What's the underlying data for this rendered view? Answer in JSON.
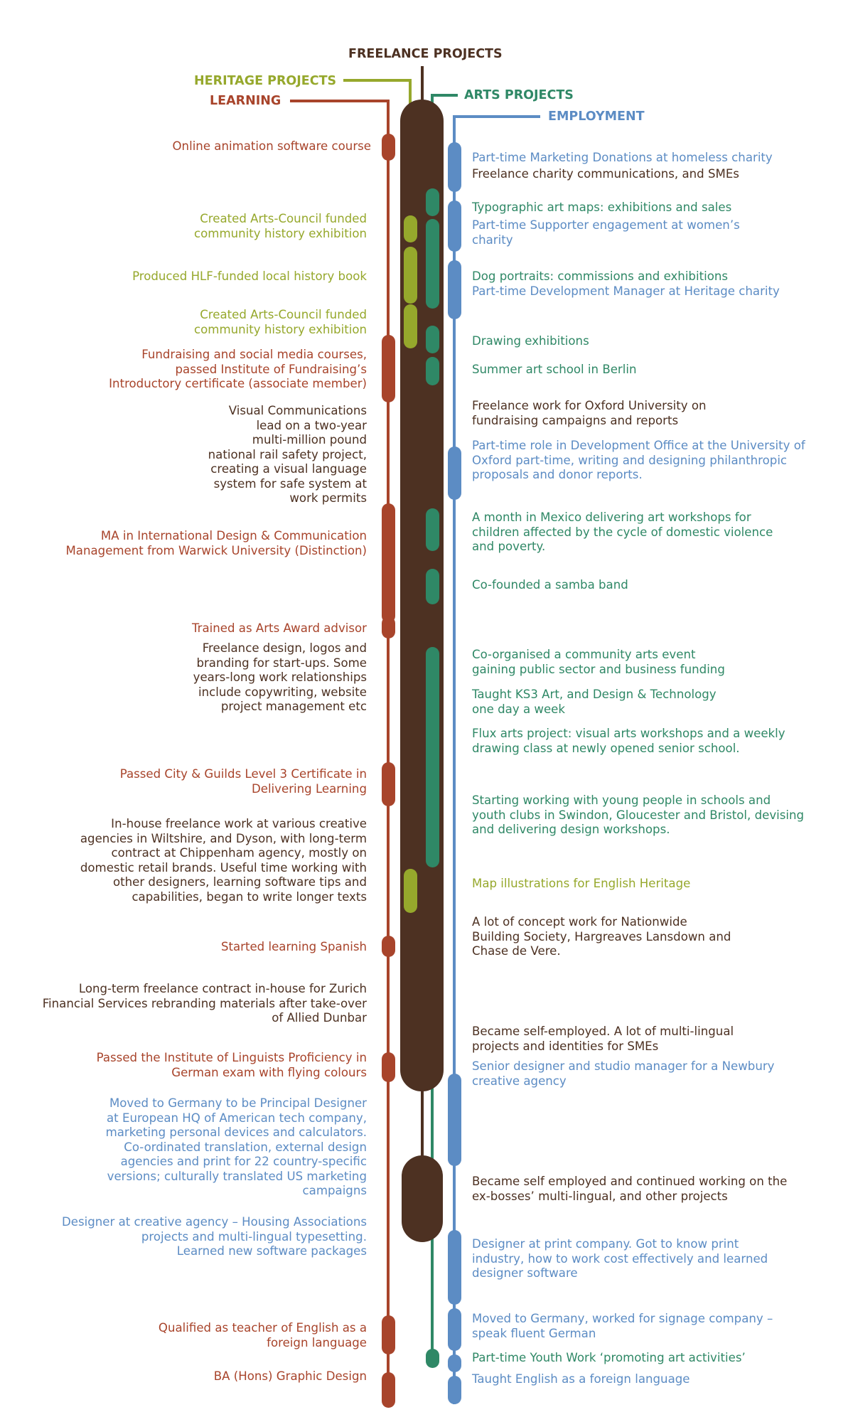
{
  "colors": {
    "learning": "#a8442b",
    "heritage": "#96a82c",
    "freelance": "#4d3122",
    "arts": "#2f8866",
    "employment": "#5c8cc4"
  },
  "headers": {
    "freelance": "FREELANCE PROJECTS",
    "heritage": "HERITAGE PROJECTS",
    "learning": "LEARNING",
    "arts": "ARTS PROJECTS",
    "employment": "EMPLOYMENT"
  },
  "left": [
    "Online animation software course",
    "Created Arts-Council funded\ncommunity history exhibition",
    "Produced HLF-funded local history book",
    "Created Arts-Council funded\ncommunity history exhibition",
    "Fundraising and social media courses,\npassed Institute of Fundraising’s\nIntroductory certificate (associate member)",
    "Visual Communications\nlead on a two-year\nmulti-million pound\nnational rail safety project,\ncreating a visual language\nsystem for safe system at\nwork permits",
    "MA in International Design & Communication\nManagement from Warwick University (Distinction)",
    "Trained as Arts Award advisor",
    "Freelance design, logos and\nbranding for start-ups. Some\nyears-long work relationships\ninclude copywriting, website\nproject management etc",
    "Passed City & Guilds Level 3 Certificate in\nDelivering Learning",
    "In-house freelance work at various creative\nagencies in Wiltshire, and  Dyson, with long-term\ncontract at Chippenham agency, mostly on\ndomestic retail brands. Useful time working with\nother designers, learning software tips and\ncapabilities, began to write longer texts",
    "Started learning Spanish",
    "Long-term freelance contract in-house for Zurich\nFinancial Services rebranding materials after take-over\nof Allied Dunbar",
    "Passed the Institute of Linguists Proficiency in\nGerman exam with flying colours",
    "Moved to Germany to be Principal Designer\nat European HQ of American tech company,\nmarketing personal devices and calculators.\nCo-ordinated translation, external design\nagencies and print for 22 country-specific\nversions; culturally translated US marketing\ncampaigns",
    "Designer at creative agency – Housing Associations\nprojects and multi-lingual typesetting.\nLearned new software packages",
    "Qualified as teacher of English as a\nforeign language",
    "BA (Hons) Graphic Design"
  ],
  "right": [
    "Part-time Marketing Donations at homeless charity",
    "Freelance charity communications, and SMEs",
    "Typographic art maps: exhibitions and sales",
    "Part-time Supporter engagement at women’s\ncharity",
    "Dog portraits: commissions and exhibitions",
    "Part-time Development Manager at Heritage charity",
    "Drawing exhibitions",
    "Summer art school in Berlin",
    "Freelance work for Oxford University on\nfundraising campaigns and reports",
    "Part-time role in Development Office at the University of\nOxford part-time, writing and designing philanthropic\nproposals and donor reports.",
    "A month in Mexico delivering art workshops for\nchildren affected by the cycle of domestic violence\nand poverty.",
    "Co-founded a samba band",
    "Co-organised a community arts event\ngaining public sector and business funding",
    "Taught KS3 Art, and Design & Technology\none day a week",
    "Flux arts project: visual arts workshops and a weekly\ndrawing class at newly opened senior school.",
    "Starting working with young people in schools and\nyouth clubs in Swindon, Gloucester and Bristol, devising\nand delivering design workshops.",
    "Map illustrations for English Heritage",
    "A lot of concept work for Nationwide\nBuilding Society, Hargreaves Lansdown and\nChase de Vere.",
    "Became self-employed. A lot of multi-lingual\nprojects and identities for SMEs",
    "Senior designer and studio manager for a Newbury\ncreative agency",
    "Became self employed and continued working on the\nex-bosses’ multi-lingual, and other projects",
    "Designer at print company. Got to know print\nindustry, how to work cost effectively and learned\ndesigner software",
    "Moved to Germany, worked for signage company –\nspeak fluent German",
    "Part-time Youth Work ‘promoting art activities’",
    "Taught English as a foreign language"
  ]
}
